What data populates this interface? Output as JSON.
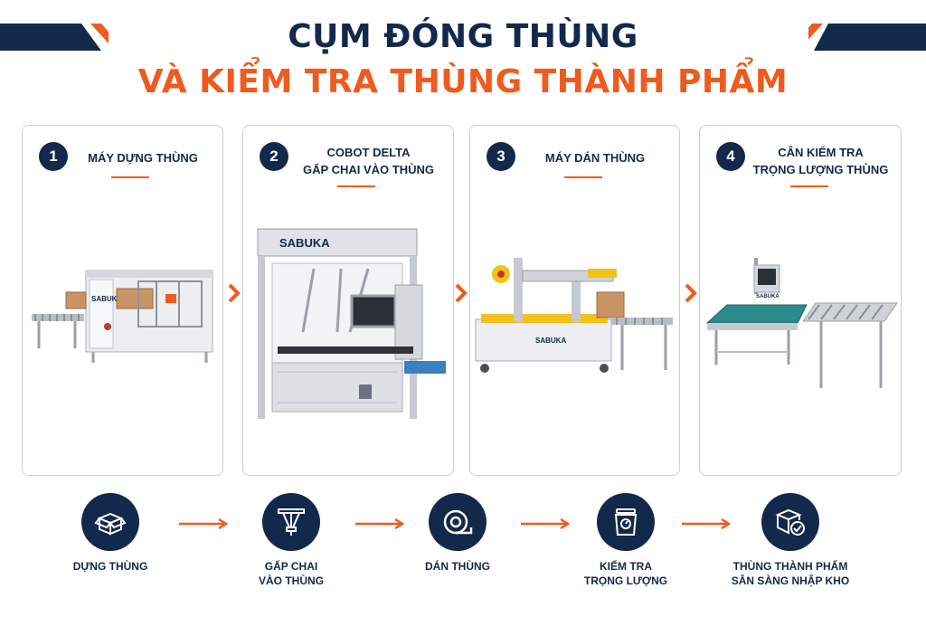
{
  "header": {
    "title_line1": "CỤM ĐÓNG THÙNG",
    "title_line2": "VÀ KIỂM TRA THÙNG THÀNH PHẨM"
  },
  "colors": {
    "navy": "#13294b",
    "orange": "#f05a1e",
    "border": "#c9ced6"
  },
  "cards": [
    {
      "number": "1",
      "title": "MÁY DỰNG THÙNG",
      "brand": "SABUKA"
    },
    {
      "number": "2",
      "title_line1": "COBOT DELTA",
      "title_line2": "GẤP CHAI VÀO THÙNG",
      "brand": "SABUKA"
    },
    {
      "number": "3",
      "title": "MÁY DÁN THÙNG",
      "brand": "SABUKA"
    },
    {
      "number": "4",
      "title_line1": "CÂN KIỂM TRA",
      "title_line2": "TRỌNG LƯỢNG THÙNG",
      "brand": "SABUKA"
    }
  ],
  "flow": [
    {
      "icon": "box-open-icon",
      "line1": "DỰNG THÙNG",
      "line2": ""
    },
    {
      "icon": "delta-robot-icon",
      "line1": "GẤP CHAI",
      "line2": "VÀO THÙNG"
    },
    {
      "icon": "tape-roll-icon",
      "line1": "DÁN THÙNG",
      "line2": ""
    },
    {
      "icon": "weighing-scale-icon",
      "line1": "KIỂM TRA",
      "line2": "TRỌNG LƯỢNG"
    },
    {
      "icon": "box-check-icon",
      "line1": "THÙNG THÀNH PHẨM",
      "line2": "SẴN SÀNG NHẬP KHO"
    }
  ]
}
